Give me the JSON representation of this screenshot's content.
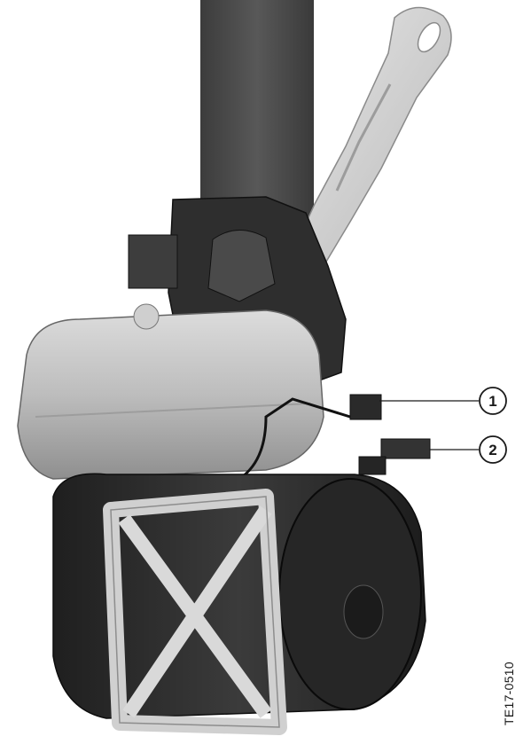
{
  "callouts": [
    {
      "number": "1"
    },
    {
      "number": "2"
    }
  ],
  "figure_code": "TE17-0510",
  "colors": {
    "background": "#ffffff",
    "dark_metal": "#3a3a3a",
    "light_metal": "#c9c9c9",
    "bracket": "#d7d7d7",
    "motor": "#2b2b2b"
  }
}
